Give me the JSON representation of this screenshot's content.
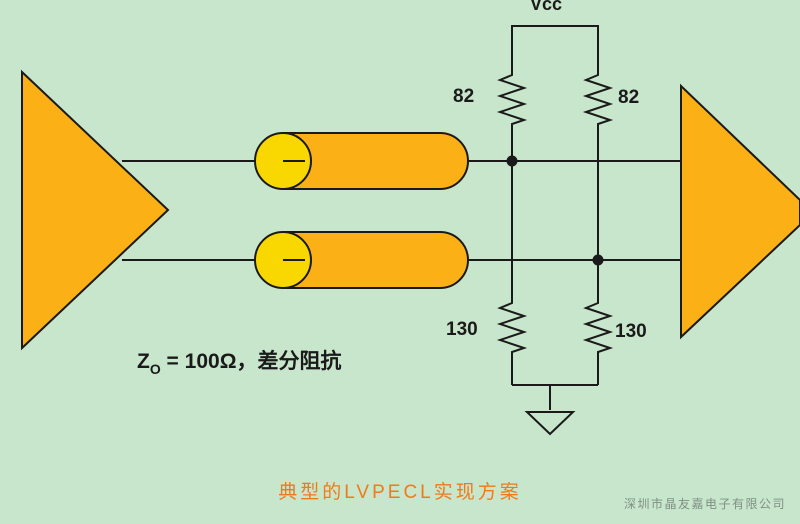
{
  "labels": {
    "vcc": "Vcc",
    "r_top_left": "82",
    "r_top_right": "82",
    "r_bottom_left": "130",
    "r_bottom_right": "130",
    "impedance": "Z",
    "impedance_sub": "O",
    "impedance_rest": " = 100Ω，差分阻抗"
  },
  "caption": "典型的LVPECL实现方案",
  "credit": "深圳市晶友嘉电子有限公司",
  "colors": {
    "background": "#c8e6cc",
    "buffer": "#fbb116",
    "coax_end": "#f8d800",
    "wire": "#1a1a1a",
    "caption": "#f07a1a"
  }
}
